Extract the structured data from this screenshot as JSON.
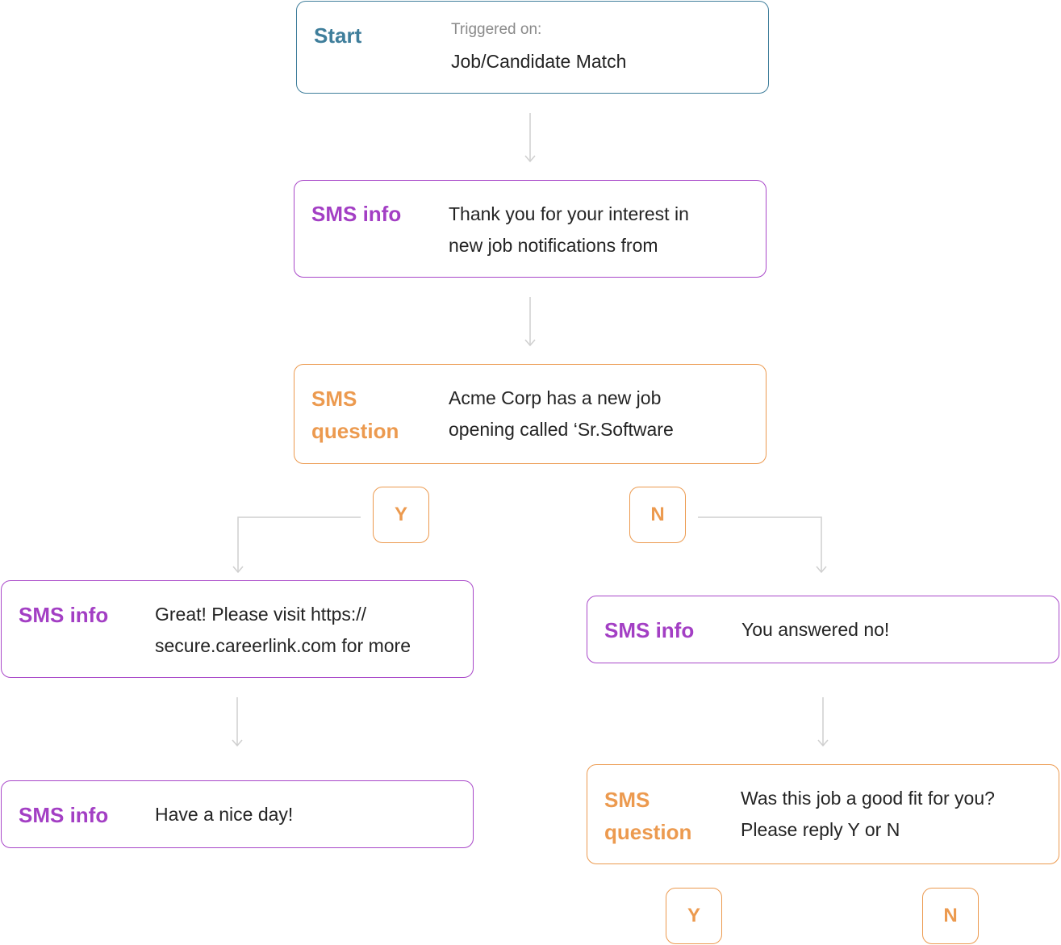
{
  "start": {
    "label": "Start",
    "trigger_caption": "Triggered on:",
    "trigger_value": "Job/Candidate Match"
  },
  "node_interest": {
    "label": "SMS info",
    "text": "Thank you for your interest in\nnew job notifications from"
  },
  "node_opening": {
    "label": "SMS\nquestion",
    "text": "Acme Corp has a new job\nopening called ‘Sr.Software"
  },
  "branch_yes": {
    "label": "Y"
  },
  "branch_no": {
    "label": "N"
  },
  "node_visit": {
    "label": "SMS info",
    "text": "Great! Please visit https://\nsecure.careerlink.com for more"
  },
  "node_nice_day": {
    "label": "SMS info",
    "text": "Have a nice day!"
  },
  "node_answered_no": {
    "label": "SMS info",
    "text": "You answered no!"
  },
  "node_good_fit": {
    "label": "SMS\nquestion",
    "text": "Was this job a good fit for you?\nPlease reply Y or N"
  },
  "branch_fit_yes": {
    "label": "Y"
  },
  "branch_fit_no": {
    "label": "N"
  },
  "colors": {
    "start": "#3f7e9b",
    "info": "#a948c9",
    "question": "#ec9a4f",
    "connector": "#cfcfcf"
  }
}
